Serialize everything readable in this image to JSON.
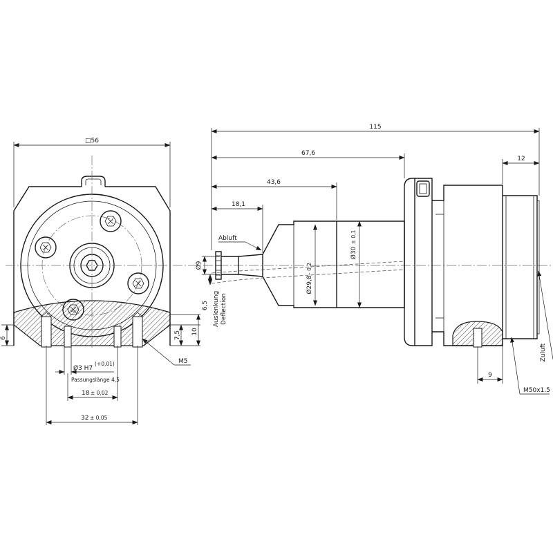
{
  "front_view": {
    "width_dim": "□56",
    "bore": "Ø3 H7",
    "bore_tol": "(+0,01)",
    "fit_length": "Passungslänge 4,5",
    "hole_spacing": "18",
    "hole_spacing_tol": "± 0,02",
    "outer_spacing": "32",
    "outer_spacing_tol": "± 0,05",
    "dim_6": "6",
    "dim_7_5": "7,5",
    "dim_10": "10",
    "thread": "M5"
  },
  "side_view": {
    "total_length": "115",
    "length_67_6": "67,6",
    "length_43_6": "43,6",
    "length_18_1": "18,1",
    "length_12": "12",
    "length_9": "9",
    "exhaust_label": "Abluft",
    "shaft_dia": "Ø9",
    "deflection_value": "6,5",
    "deflection_de": "Auslenkung",
    "deflection_en": "Deflection",
    "body_dia": "Ø30",
    "body_dia_tol": "± 0,1",
    "neck_dia": "Ø29,8",
    "neck_dia_tol": "– 0,2",
    "thread": "M50x1.5",
    "supply_label": "Zuluft"
  }
}
